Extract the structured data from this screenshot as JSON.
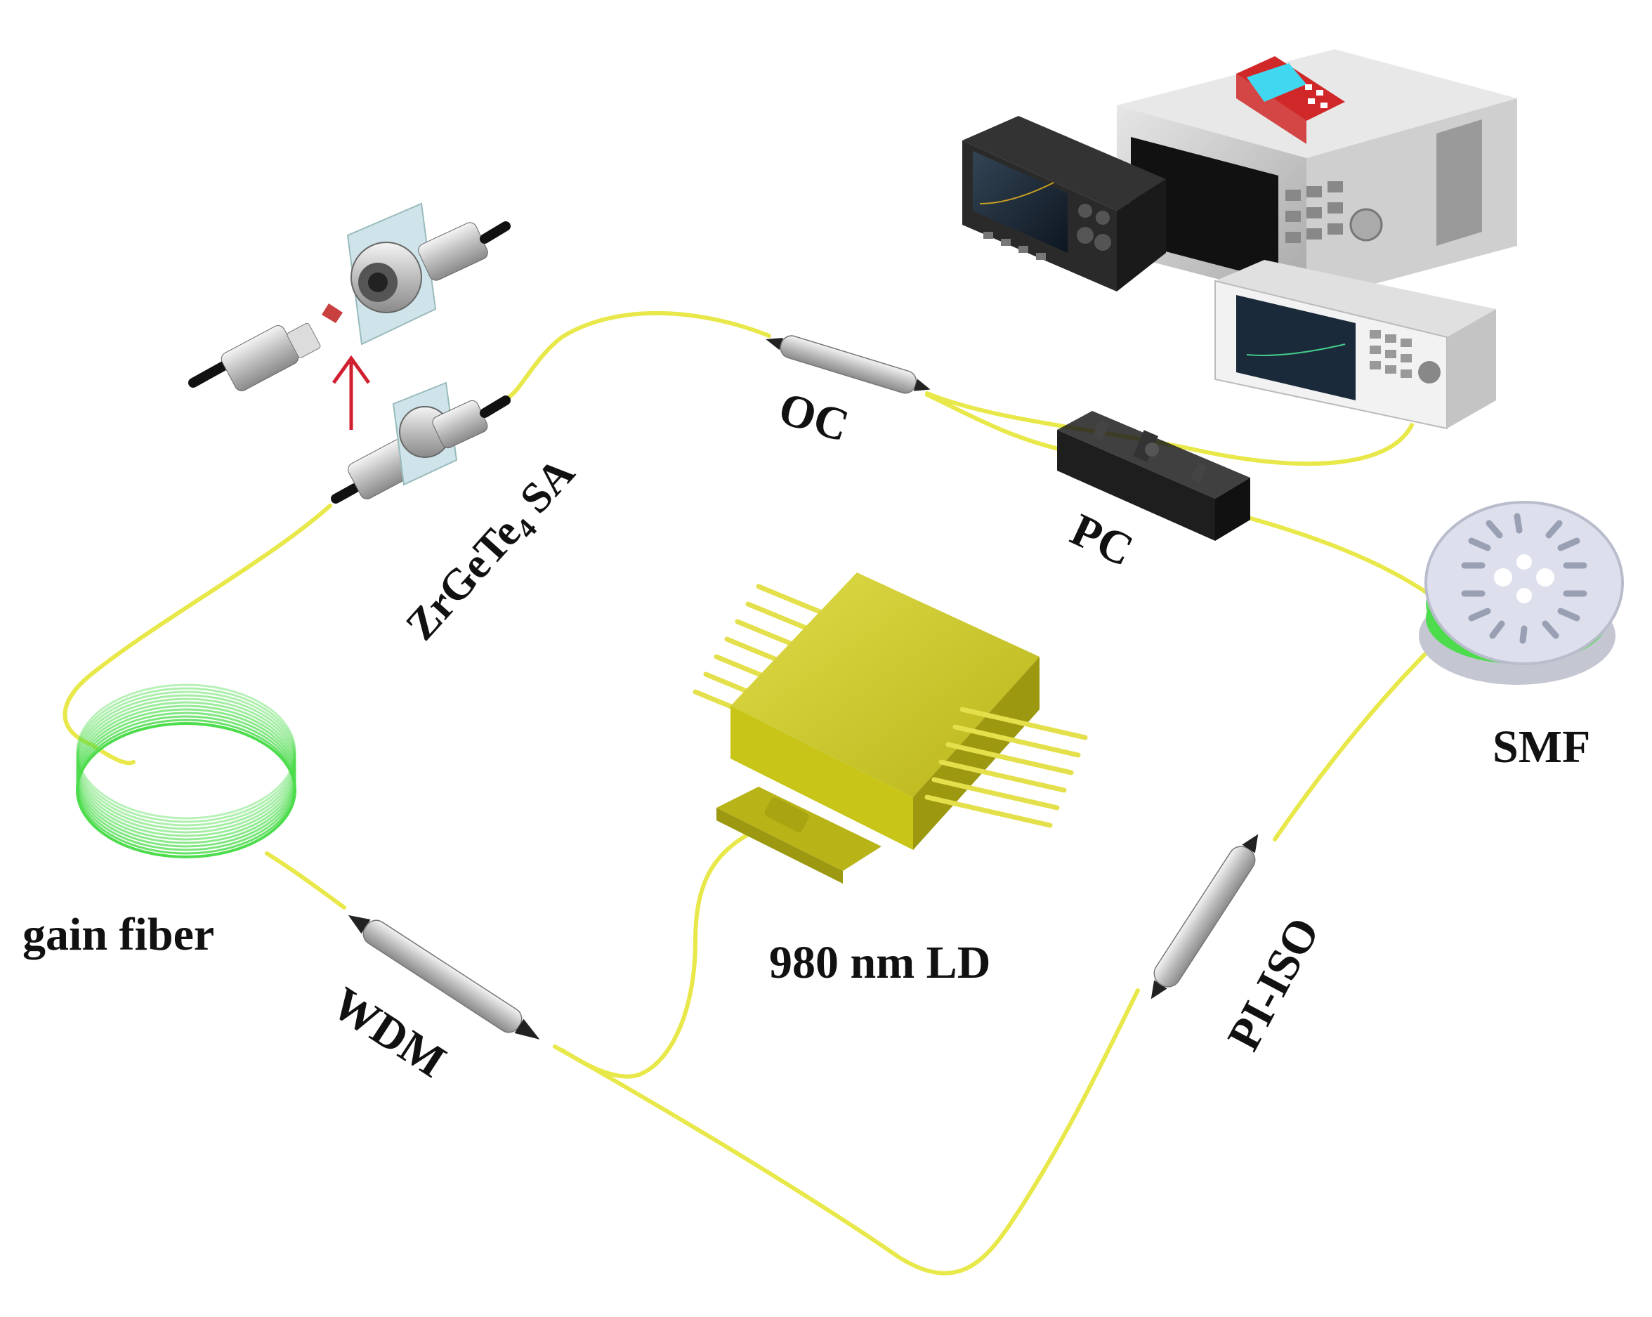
{
  "colors": {
    "fiber": "#e8e84a",
    "fiber_edge": "#b8b820",
    "gain_fiber": "#4cdc4c",
    "ld_body": "#c8c418",
    "pin": "#e4e04c",
    "coupler": "#c8c8c8",
    "pc_body": "#1e1e1e",
    "arrow": "#d02030",
    "sample": "#c84040",
    "flange": "#cfe4ea",
    "osa_screen": "#1a2a3a",
    "meter_body": "#d02828",
    "meter_screen": "#40d8f0",
    "spool_plate": "#dde0ec"
  },
  "labels": {
    "sa_main": "ZrGeTe",
    "sa_sub": "4",
    "sa_tail": " SA",
    "oc": "OC",
    "pc": "PC",
    "smf": "SMF",
    "gain_fiber": "gain fiber",
    "wdm": "WDM",
    "ld": "980 nm LD",
    "iso": "PI-ISO"
  },
  "icons": {
    "pump": "laser-diode-butterfly-icon",
    "oscilloscope": "oscilloscope-icon",
    "spectrum_analyzer": "spectrum-analyzer-icon",
    "power_meter": "power-meter-icon",
    "spool": "fiber-spool-icon",
    "polarizer": "polarization-controller-icon"
  }
}
